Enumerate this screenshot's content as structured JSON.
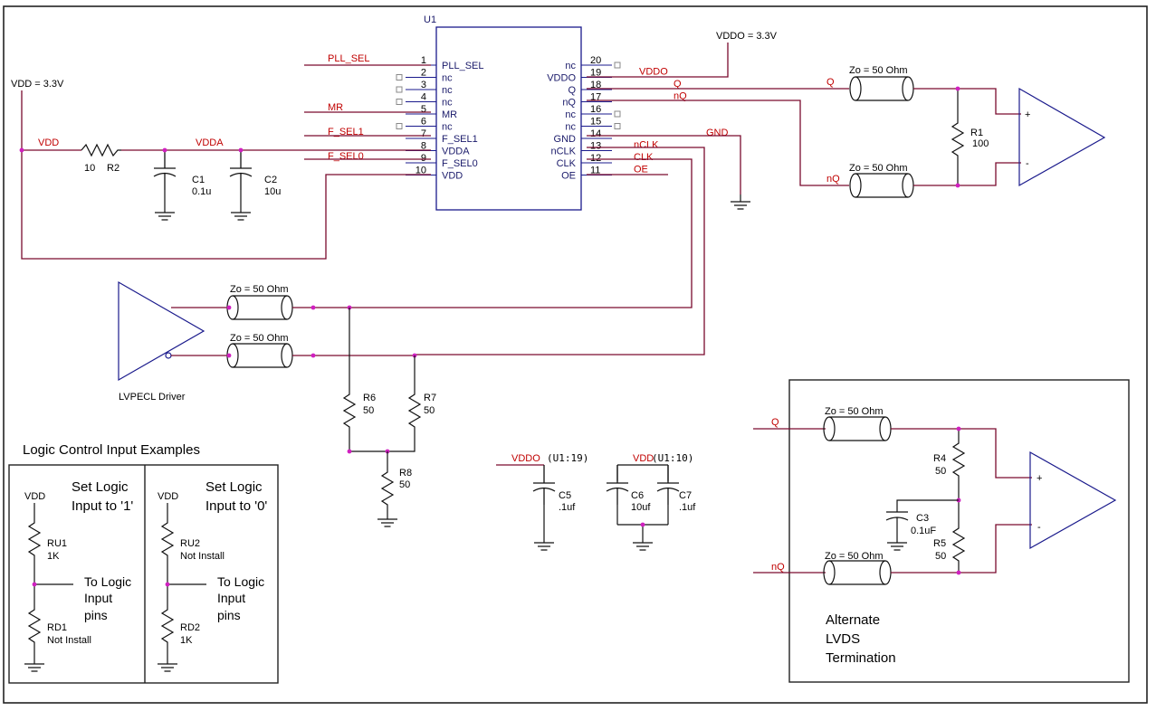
{
  "u1": {
    "ref": "U1",
    "left_pins": [
      {
        "num": "1",
        "name": "PLL_SEL",
        "net": "PLL_SEL",
        "nc_box": false
      },
      {
        "num": "2",
        "name": "nc",
        "net": "",
        "nc_box": true
      },
      {
        "num": "3",
        "name": "nc",
        "net": "",
        "nc_box": true
      },
      {
        "num": "4",
        "name": "nc",
        "net": "",
        "nc_box": true
      },
      {
        "num": "5",
        "name": "MR",
        "net": "MR",
        "nc_box": false
      },
      {
        "num": "6",
        "name": "nc",
        "net": "",
        "nc_box": true
      },
      {
        "num": "7",
        "name": "F_SEL1",
        "net": "F_SEL1",
        "nc_box": false
      },
      {
        "num": "8",
        "name": "VDDA",
        "net": "",
        "nc_box": false
      },
      {
        "num": "9",
        "name": "F_SEL0",
        "net": "F_SEL0",
        "nc_box": false
      },
      {
        "num": "10",
        "name": "VDD",
        "net": "",
        "nc_box": false
      }
    ],
    "right_pins": [
      {
        "num": "20",
        "name": "nc",
        "net": "",
        "nc_box": true
      },
      {
        "num": "19",
        "name": "VDDO",
        "net": "VDDO",
        "nc_box": false
      },
      {
        "num": "18",
        "name": "Q",
        "net": "Q",
        "nc_box": false
      },
      {
        "num": "17",
        "name": "nQ",
        "net": "nQ",
        "nc_box": false
      },
      {
        "num": "16",
        "name": "nc",
        "net": "",
        "nc_box": true
      },
      {
        "num": "15",
        "name": "nc",
        "net": "",
        "nc_box": true
      },
      {
        "num": "14",
        "name": "GND",
        "net": "GND",
        "nc_box": false
      },
      {
        "num": "13",
        "name": "nCLK",
        "net": "nCLK",
        "nc_box": false
      },
      {
        "num": "12",
        "name": "CLK",
        "net": "CLK",
        "nc_box": false
      },
      {
        "num": "11",
        "name": "OE",
        "net": "OE",
        "nc_box": false
      }
    ]
  },
  "power": {
    "vdd": "VDD = 3.3V",
    "vddo": "VDDO = 3.3V",
    "vdd_net": "VDD",
    "vdda_net": "VDDA"
  },
  "parts": {
    "r2": {
      "ref": "R2",
      "value": "10"
    },
    "c1": {
      "ref": "C1",
      "value": "0.1u"
    },
    "c2": {
      "ref": "C2",
      "value": "10u"
    },
    "r1": {
      "ref": "R1",
      "value": "100"
    },
    "r6": {
      "ref": "R6",
      "value": "50"
    },
    "r7": {
      "ref": "R7",
      "value": "50"
    },
    "r8": {
      "ref": "R8",
      "value": "50"
    },
    "c5": {
      "ref": "C5",
      "value": ".1uf"
    },
    "c6": {
      "ref": "C6",
      "value": "10uf"
    },
    "c7": {
      "ref": "C7",
      "value": ".1uf"
    },
    "r4": {
      "ref": "R4",
      "value": "50"
    },
    "r5": {
      "ref": "R5",
      "value": "50"
    },
    "c3": {
      "ref": "C3",
      "value": "0.1uF"
    },
    "ru1": {
      "ref": "RU1",
      "value": "1K"
    },
    "rd1": {
      "ref": "RD1",
      "value": "Not Install"
    },
    "ru2": {
      "ref": "RU2",
      "value": "Not Install"
    },
    "rd2": {
      "ref": "RD2",
      "value": "1K"
    }
  },
  "tline": "Zo = 50 Ohm",
  "out_nets": {
    "q": "Q",
    "nq": "nQ"
  },
  "driver_label": "LVPECL Driver",
  "opamp_signs": {
    "plus": "+",
    "minus": "-"
  },
  "decoupling": {
    "vddo_label": "VDDO",
    "vddo_ref": "(U1:19)",
    "vdd_label": "VDD",
    "vdd_ref": "(U1:10)"
  },
  "logic": {
    "title": "Logic Control Input Examples",
    "left": {
      "line1": "Set Logic",
      "line2": "Input to '1'",
      "vdd": "VDD",
      "to1": "To Logic",
      "to2": "Input",
      "to3": "pins"
    },
    "right": {
      "line1": "Set Logic",
      "line2": "Input to '0'",
      "vdd": "VDD",
      "to1": "To Logic",
      "to2": "Input",
      "to3": "pins"
    }
  },
  "alt": {
    "line1": "Alternate",
    "line2": "LVDS",
    "line3": "Termination",
    "q": "Q",
    "nq": "nQ"
  },
  "colors": {
    "wire": "#7a0a2e",
    "net_label": "#c00000",
    "junction": "#d020c0",
    "symbol": "#1a1a8c",
    "nc_box": "#888888"
  }
}
